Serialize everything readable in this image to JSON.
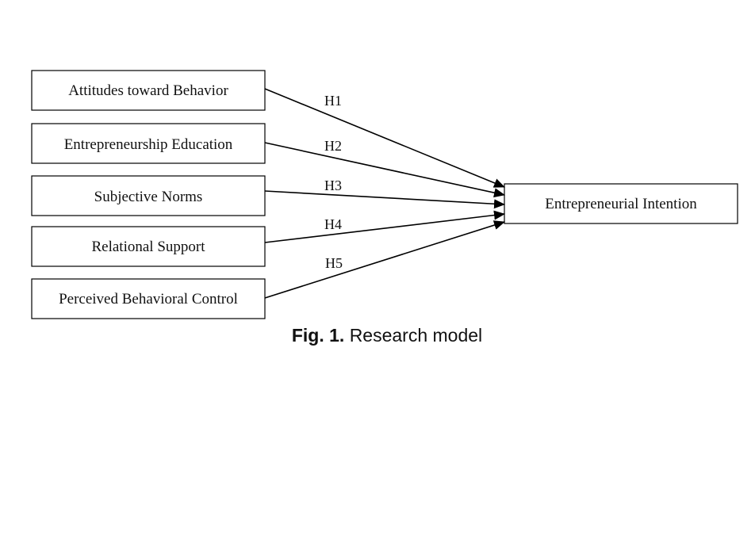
{
  "diagram": {
    "sources": [
      {
        "id": "attitudes",
        "label": "Attitudes toward Behavior"
      },
      {
        "id": "education",
        "label": "Entrepreneurship Education"
      },
      {
        "id": "norms",
        "label": "Subjective Norms"
      },
      {
        "id": "support",
        "label": "Relational Support"
      },
      {
        "id": "control",
        "label": "Perceived Behavioral Control"
      }
    ],
    "target": {
      "id": "intention",
      "label": "Entrepreneurial Intention"
    },
    "edges": [
      {
        "from": "attitudes",
        "to": "intention",
        "label": "H1"
      },
      {
        "from": "education",
        "to": "intention",
        "label": "H2"
      },
      {
        "from": "norms",
        "to": "intention",
        "label": "H3"
      },
      {
        "from": "support",
        "to": "intention",
        "label": "H4"
      },
      {
        "from": "control",
        "to": "intention",
        "label": "H5"
      }
    ]
  },
  "caption": {
    "number": "Fig. 1.",
    "text": "Research model"
  }
}
